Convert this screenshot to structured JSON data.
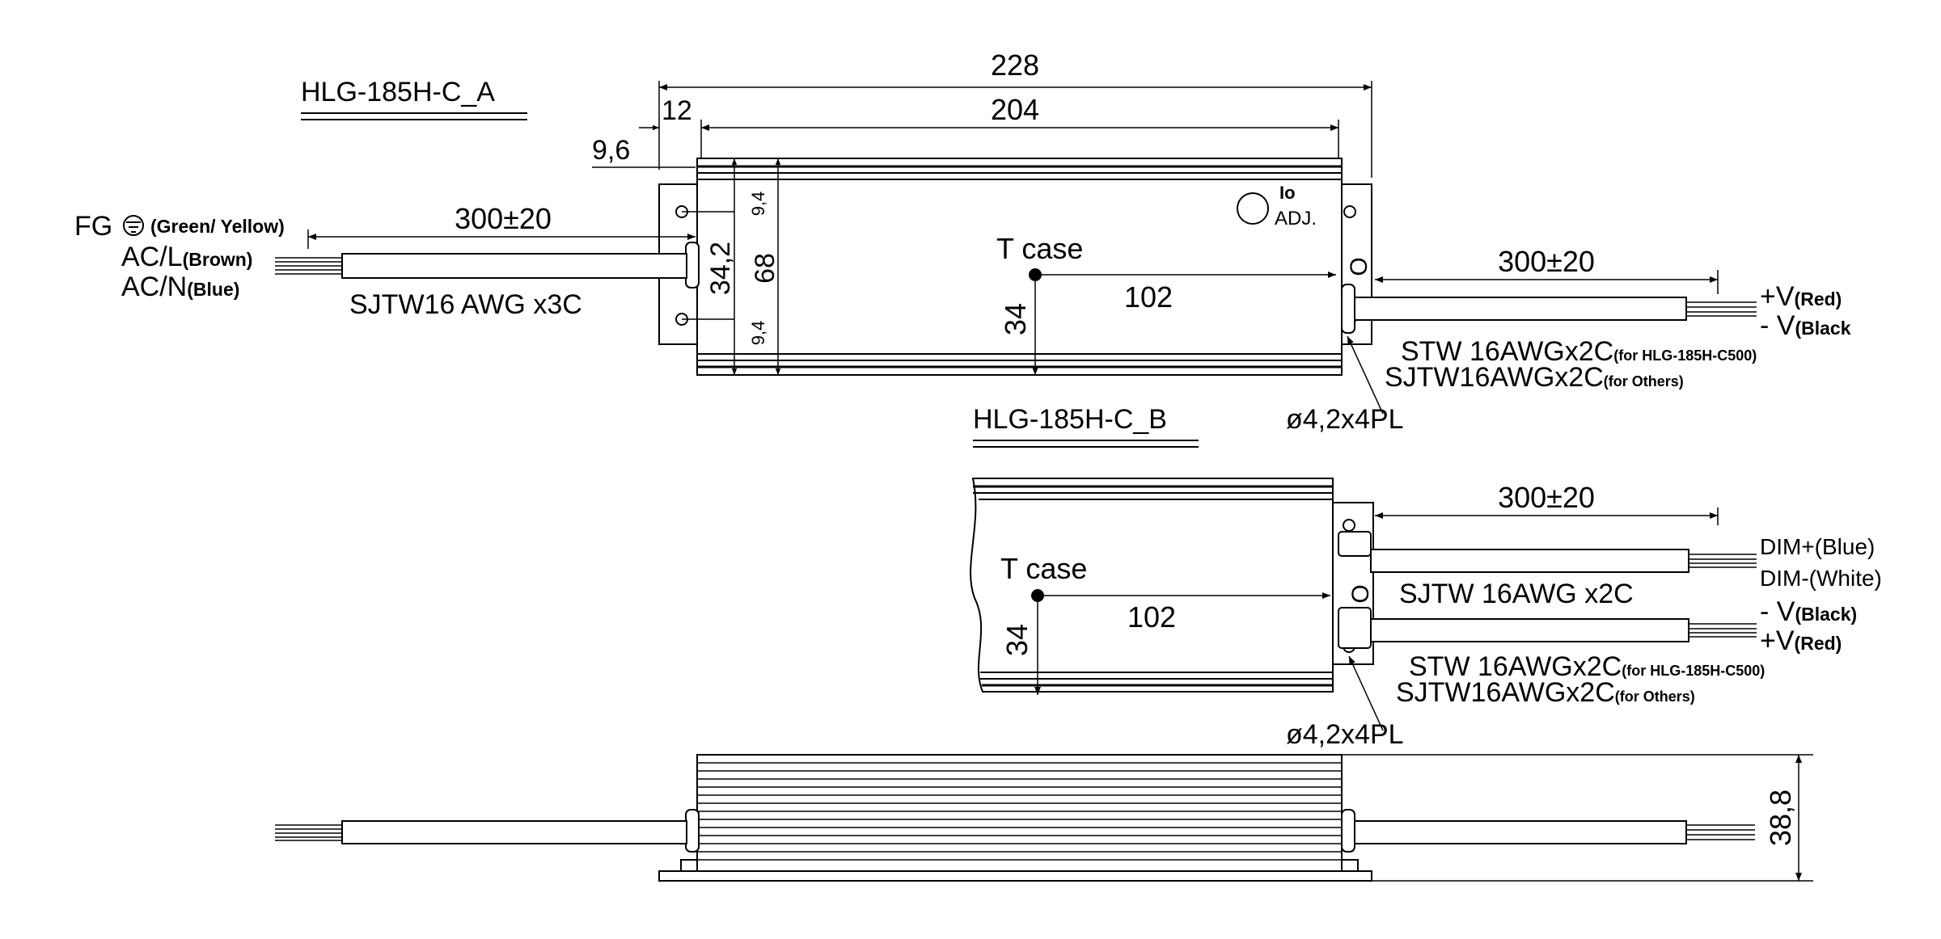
{
  "views": {
    "a": {
      "title": "HLG-185H-C_A",
      "dim_overall": "228",
      "dim_body": "204",
      "dim_offset_x": "12",
      "dim_offset_y": "9,6",
      "dim_height": "68",
      "dim_mount_spacing": "34,2",
      "dim_mount_top": "9,4",
      "dim_mount_bottom": "9,4",
      "tcase_label": "T case",
      "tcase_x": "102",
      "tcase_y": "34",
      "io_label": "Io",
      "adj_label": "ADJ.",
      "left_cable_length": "300±20",
      "left_cable_spec": "SJTW16 AWG x3C",
      "fg_label": "FG",
      "fg_color": "(Green/ Yellow)",
      "acl_label": "AC/L",
      "acl_color": "(Brown)",
      "acn_label": "AC/N",
      "acn_color": "(Blue)",
      "right_cable_length": "300±20",
      "vplus_label": "+V",
      "vplus_color": "(Red)",
      "vminus_label": "- V",
      "vminus_color": "(Black",
      "spec_stw": "STW 16AWGx2C",
      "spec_stw_note": "(for HLG-185H-C500)",
      "spec_sjtw": "SJTW16AWGx2C",
      "spec_sjtw_note": "(for Others)",
      "hole_label": "ø4,2x4PL",
      "vr_label": "O"
    },
    "b": {
      "title": "HLG-185H-C_B",
      "cable_length": "300±20",
      "tcase_label": "T case",
      "tcase_x": "102",
      "tcase_y": "34",
      "dimplus_label": "DIM+(Blue)",
      "dimminus_label": "DIM-(White)",
      "dim_spec": "SJTW 16AWG x2C",
      "vminus_label": "- V",
      "vminus_color": "(Black)",
      "vplus_label": "+V",
      "vplus_color": "(Red)",
      "spec_stw": "STW 16AWGx2C",
      "spec_stw_note": "(for HLG-185H-C500)",
      "spec_sjtw": "SJTW16AWGx2C",
      "spec_sjtw_note": "(for Others)",
      "hole_label": "ø4,2x4PL",
      "vr_label": "O"
    },
    "side": {
      "dim_height": "38,8"
    }
  }
}
